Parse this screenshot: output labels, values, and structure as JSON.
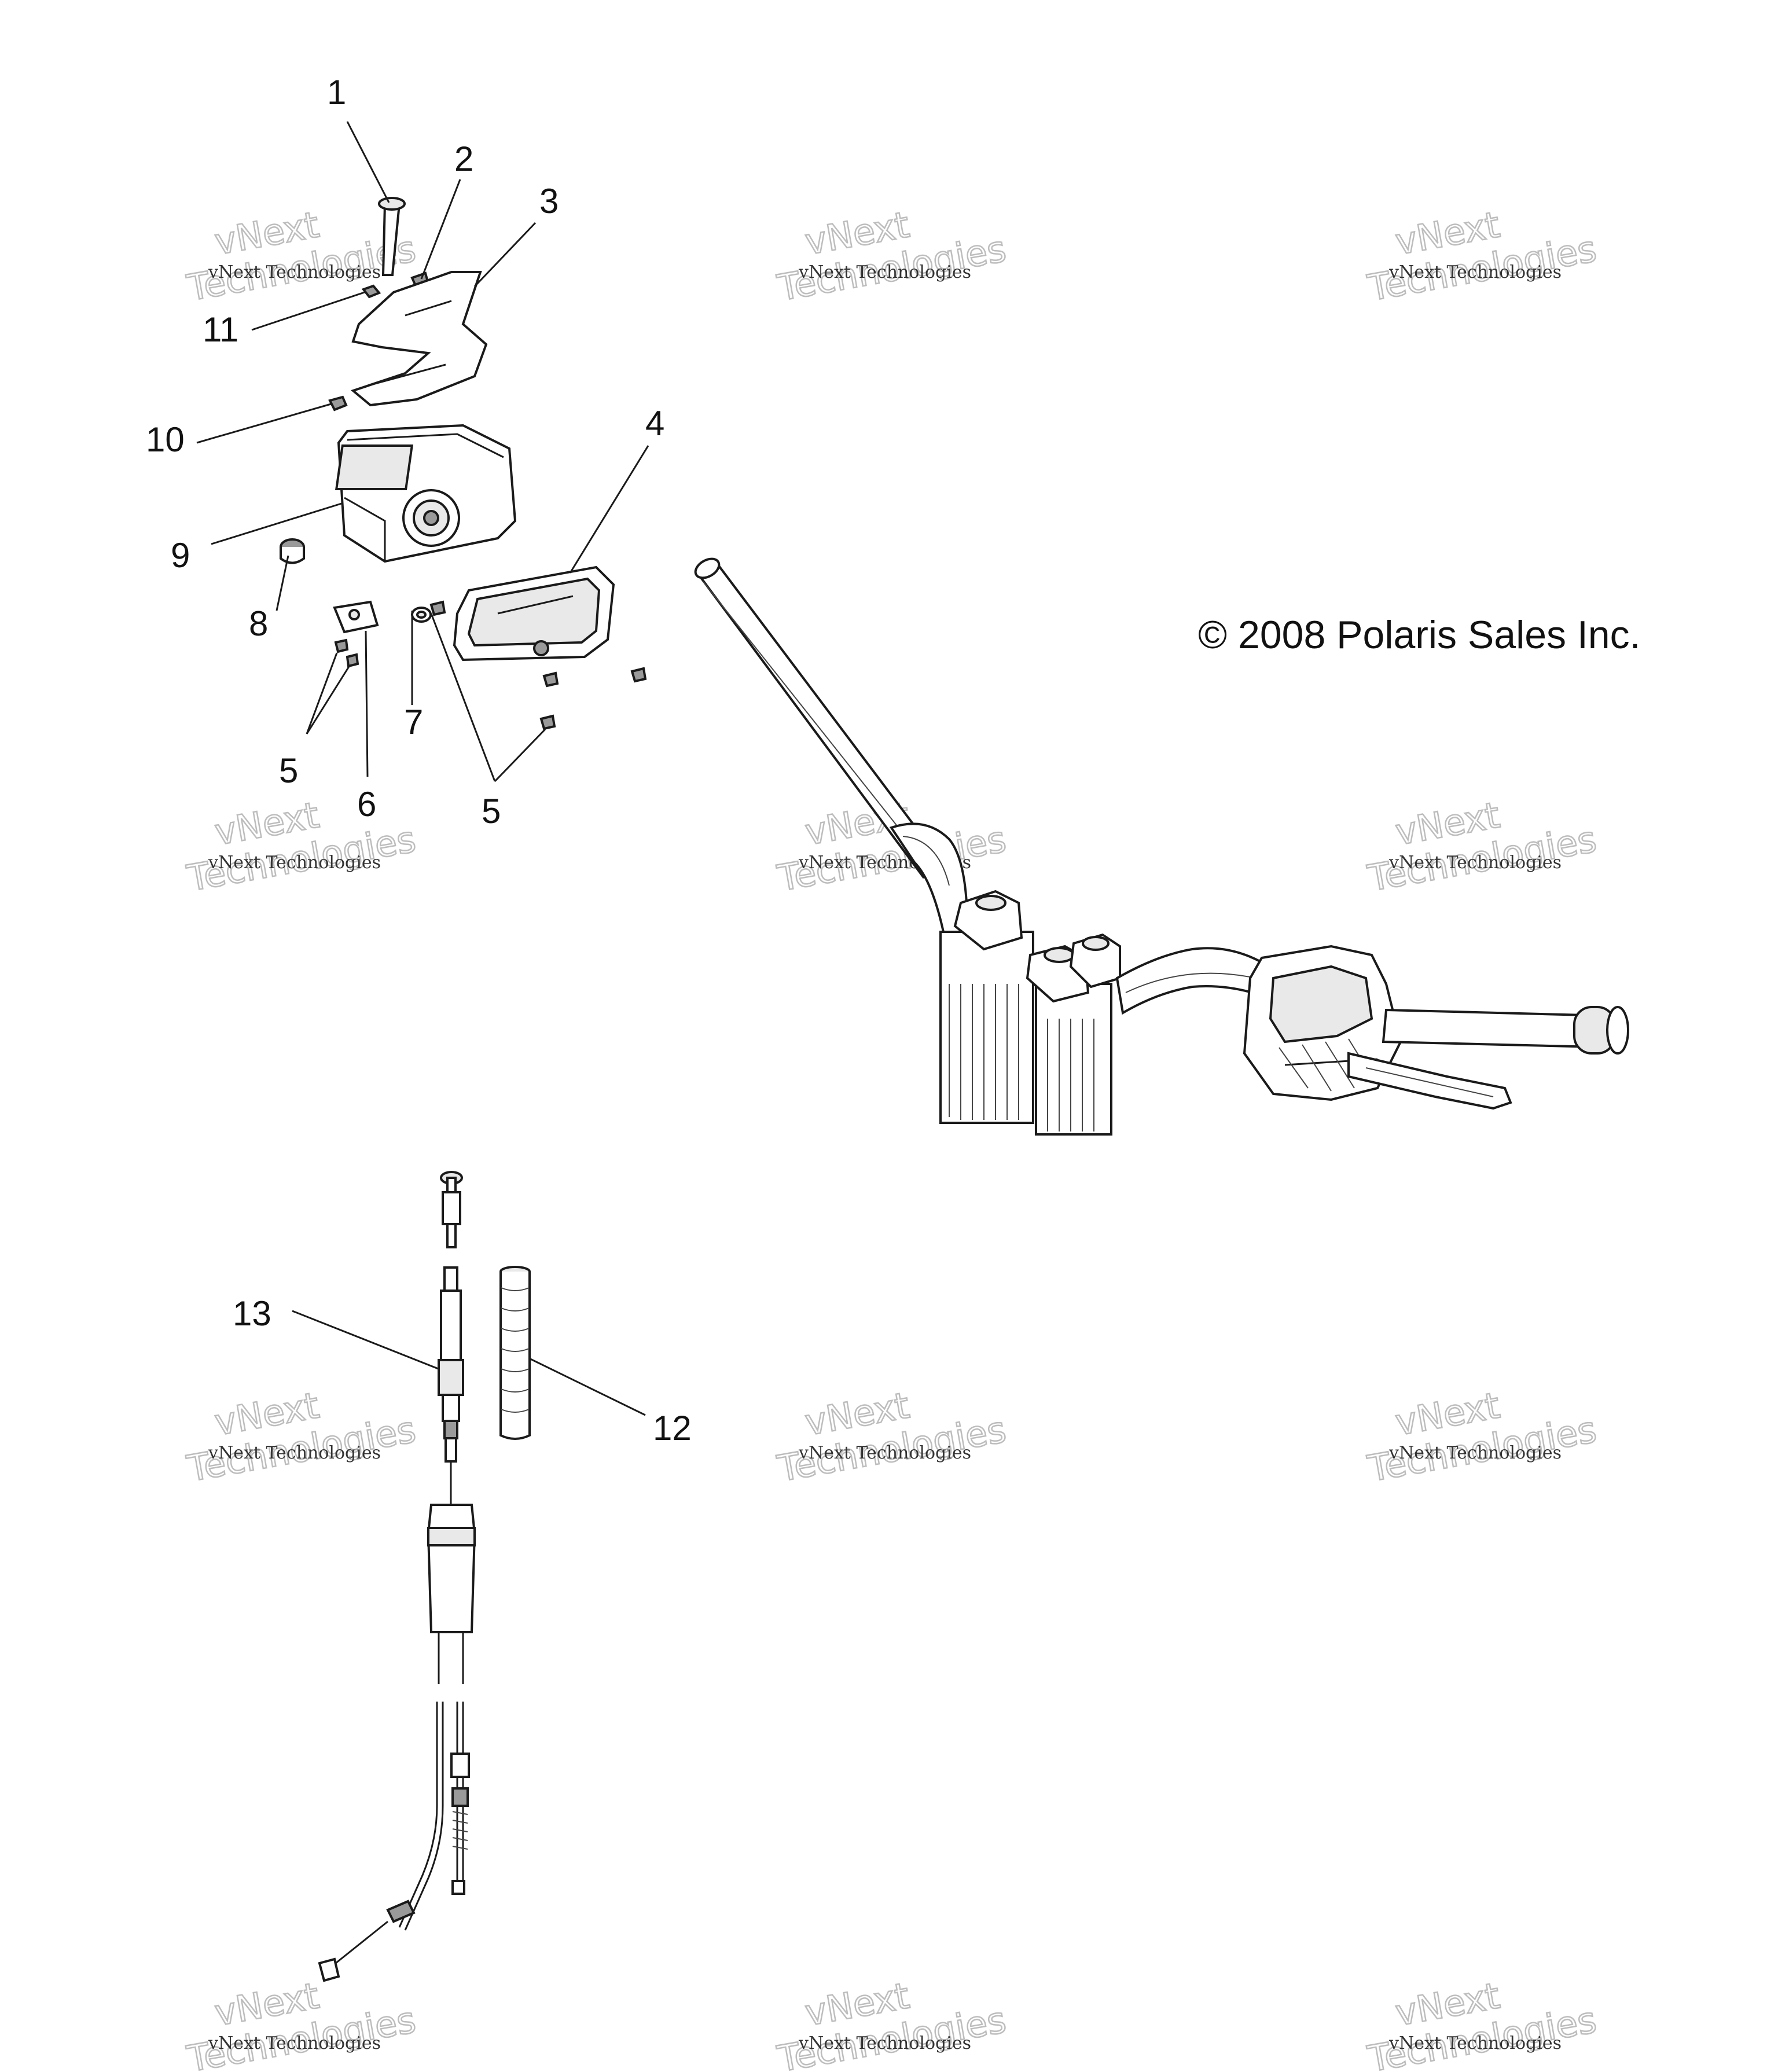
{
  "copyright": "© 2008 Polaris Sales Inc.",
  "watermark": {
    "line1": "vNext Technologies",
    "line2_big": "vNext",
    "line3_big": "Technologies"
  },
  "callouts": {
    "c1": "1",
    "c2": "2",
    "c3": "3",
    "c4": "4",
    "c5a": "5",
    "c5b": "5",
    "c6": "6",
    "c7": "7",
    "c8": "8",
    "c9": "9",
    "c10": "10",
    "c11": "11",
    "c12": "12",
    "c13": "13"
  }
}
